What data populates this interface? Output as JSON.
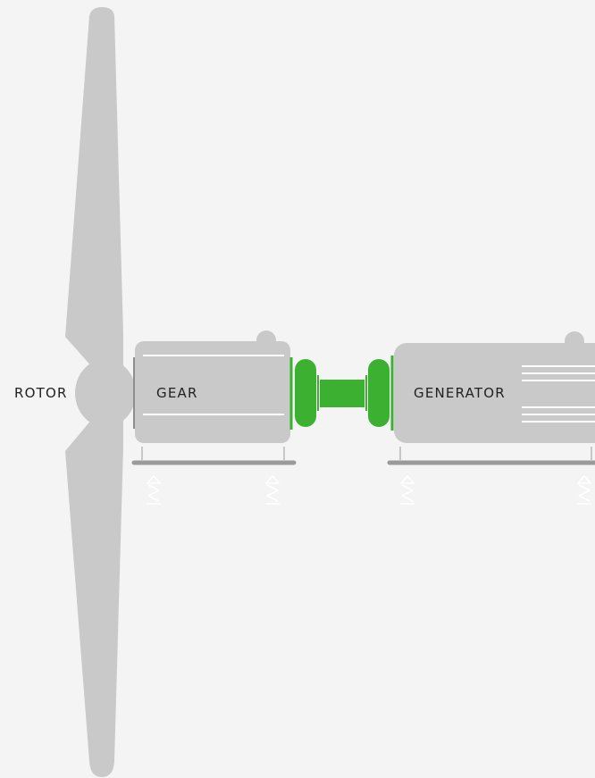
{
  "labels": {
    "rotor": "ROTOR",
    "gear": "GEAR",
    "generator": "GENERATOR"
  },
  "colors": {
    "background": "#f4f4f4",
    "machine_gray": "#c9c9ca",
    "base_gray": "#9a9a9a",
    "coupling_green": "#3cb131",
    "highlight_white": "#ffffff",
    "text": "#222222"
  },
  "icons": {
    "vibration_mount": "spring-mount-icon"
  }
}
